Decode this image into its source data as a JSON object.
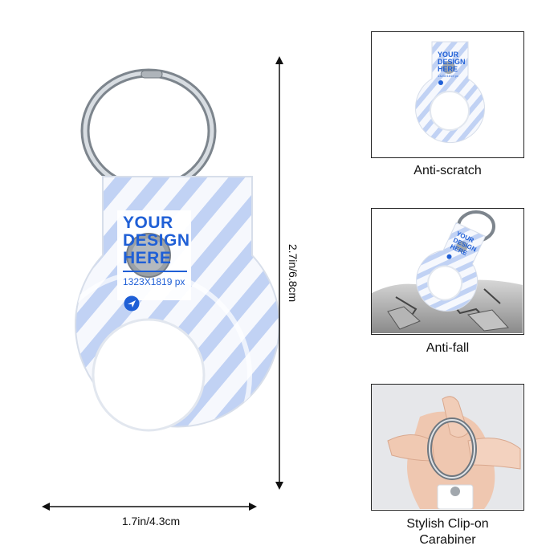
{
  "main_product": {
    "design_lines": [
      "YOUR",
      "DESIGN",
      "HERE"
    ],
    "size_text": "1323X1819 px",
    "height_label": "2.7in/6.8cm",
    "width_label": "1.7in/4.3cm",
    "accent_color": "#1f5fd6",
    "stripe_color": "#b8ccf2"
  },
  "features": [
    {
      "caption": "Anti-scratch"
    },
    {
      "caption": "Anti-fall"
    },
    {
      "caption_lines": [
        "Stylish Clip-on",
        "Carabiner"
      ]
    }
  ],
  "mini_design_lines": [
    "YOUR",
    "DESIGN",
    "HERE"
  ],
  "mini_size_text": "1323X1819 px"
}
